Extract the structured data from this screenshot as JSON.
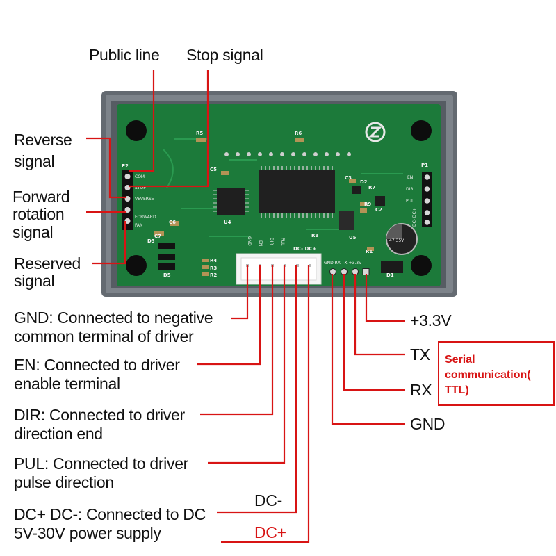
{
  "top_labels": {
    "public_line": "Public line",
    "stop_signal": "Stop signal"
  },
  "left_labels": [
    {
      "line1": "Reverse",
      "line2": "signal"
    },
    {
      "line1": "Forward",
      "line2": "rotation",
      "line3": "signal"
    },
    {
      "line1": "Reserved",
      "line2": "signal"
    }
  ],
  "bottom_labels": [
    {
      "line1": "GND: Connected to negative",
      "line2": "common terminal of driver"
    },
    {
      "line1": "EN: Connected to driver",
      "line2": "enable terminal"
    },
    {
      "line1": "DIR: Connected to driver",
      "line2": "direction end"
    },
    {
      "line1": "PUL: Connected to driver",
      "line2": "pulse direction"
    },
    {
      "line1": "DC+ DC-: Connected to DC",
      "line2": "5V-30V power supply"
    }
  ],
  "dc_minus": "DC-",
  "dc_plus": "DC+",
  "right_labels": {
    "v33": "+3.3V",
    "tx": "TX",
    "rx": "RX",
    "gnd": "GND"
  },
  "serial_box": {
    "line1": "Serial",
    "line2": "communication(",
    "line3": "TTL)"
  },
  "pcb_silkscreen": {
    "p2": "P2",
    "p1": "P1",
    "r5": "R5",
    "r6": "R6",
    "c5": "C5",
    "u4": "U4",
    "u5": "U5",
    "r8": "R8",
    "c6": "C6",
    "c7": "C7",
    "d1": "D1",
    "d2": "D2",
    "d3": "D3",
    "d5": "D5",
    "r1": "R1",
    "r2": "R2",
    "r3": "R3",
    "r4": "R4",
    "r7": "R7",
    "r9": "R9",
    "c2": "C2",
    "c3": "C3",
    "cap_value": "47 35V",
    "p2_com": "COM",
    "p2_stop": "STOP",
    "p2_reverse": "VEVERSE",
    "p2_forward": "FORWARD",
    "p2_fan": "FAN",
    "p1_en": "EN",
    "p1_dir": "DIR",
    "p1_pul": "PUL",
    "p1_dc": "DC- DC+",
    "conn_gnd": "GND",
    "conn_en": "EN",
    "conn_dir": "DIR",
    "conn_pul": "PUL",
    "conn_dc": "DC- DC+",
    "serial_pins": "GND RX TX +3.3V"
  },
  "colors": {
    "line": "#d81414",
    "pcb": "#1c7a3a",
    "case": "#6b7178"
  }
}
